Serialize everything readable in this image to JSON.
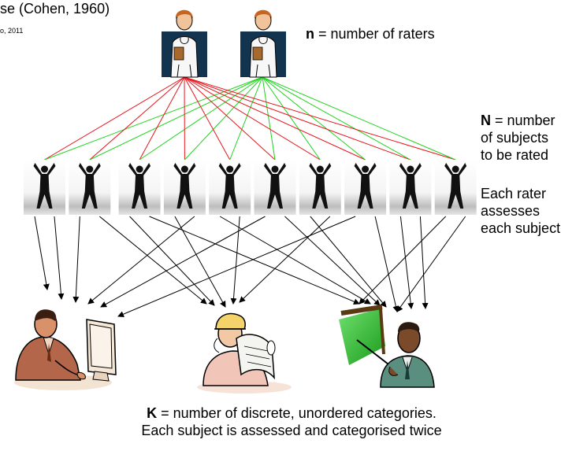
{
  "header": {
    "title_fragment": "se (Cohen, 1960)",
    "source_fragment": "o, 2011"
  },
  "labels": {
    "n_symbol": "n",
    "n_text": " = number of raters",
    "N_symbol": "N",
    "N_text_1": " = number",
    "N_text_2": "of subjects",
    "N_text_3": "to be rated",
    "each_1": "Each rater",
    "each_2": "assesses",
    "each_3": "each subject",
    "K_symbol": "K",
    "K_text": " = number of discrete, unordered categories.",
    "bottom_line": "Each subject is assessed and categorised twice"
  },
  "icons": {
    "rater": "doctor-icon",
    "subject": "person-silhouette-icon",
    "category_1": "office-worker-icon",
    "category_2": "architect-icon",
    "category_3": "presenter-icon"
  },
  "colors": {
    "rater1_lines": "#e8141b",
    "rater2_lines": "#1fd31f",
    "arrows": "#000000",
    "doctor_bg": "#12344f"
  },
  "counts": {
    "raters": 2,
    "subjects": 10,
    "categories": 3
  }
}
